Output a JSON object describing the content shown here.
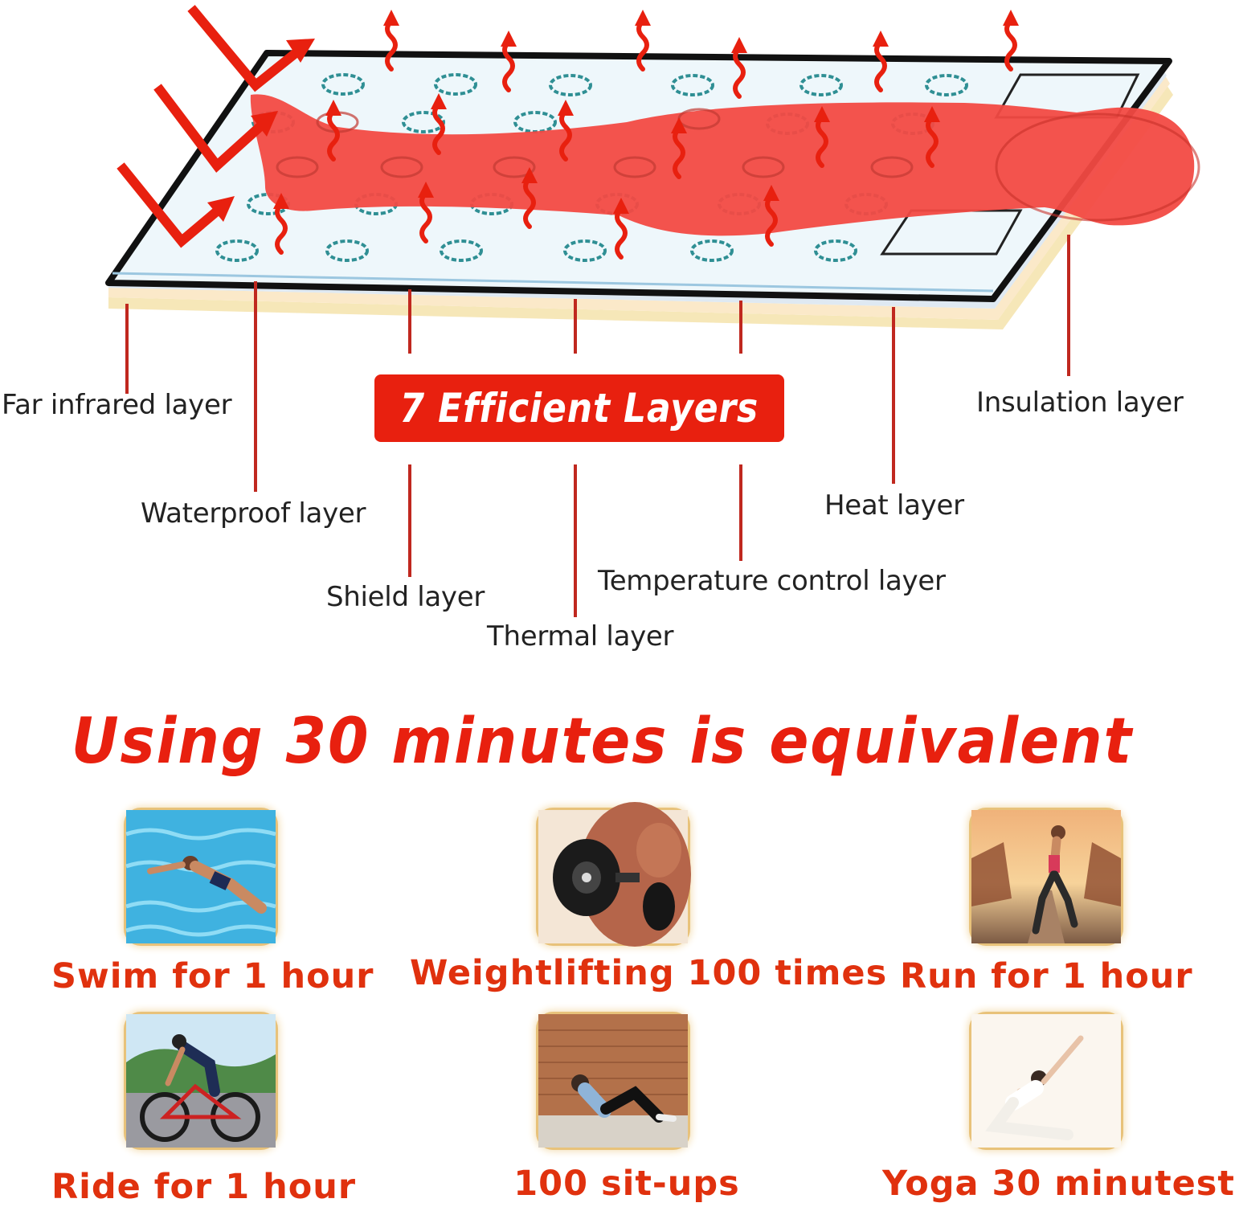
{
  "colors": {
    "accent_red": "#e8200f",
    "label_text": "#222222",
    "activity_text": "#e0310e",
    "tile_border": "#e8c27a"
  },
  "diagram": {
    "banner": "7 Efficient Layers",
    "layers": [
      {
        "name": "Far infrared layer"
      },
      {
        "name": "Waterproof layer"
      },
      {
        "name": "Shield layer"
      },
      {
        "name": "Thermal layer"
      },
      {
        "name": "Temperature control layer"
      },
      {
        "name": "Heat layer"
      },
      {
        "name": "Insulation layer"
      }
    ]
  },
  "headline": "Using 30 minutes is equivalent",
  "activities": [
    {
      "label": "Swim for 1 hour",
      "icon": "swimming-photo"
    },
    {
      "label": "Weightlifting 100 times",
      "icon": "weightlifting-photo"
    },
    {
      "label": "Run for 1 hour",
      "icon": "running-photo"
    },
    {
      "label": "Ride for 1 hour",
      "icon": "cycling-photo"
    },
    {
      "label": "100 sit-ups",
      "icon": "situps-photo"
    },
    {
      "label": "Yoga 30 minutest",
      "icon": "yoga-photo"
    }
  ]
}
